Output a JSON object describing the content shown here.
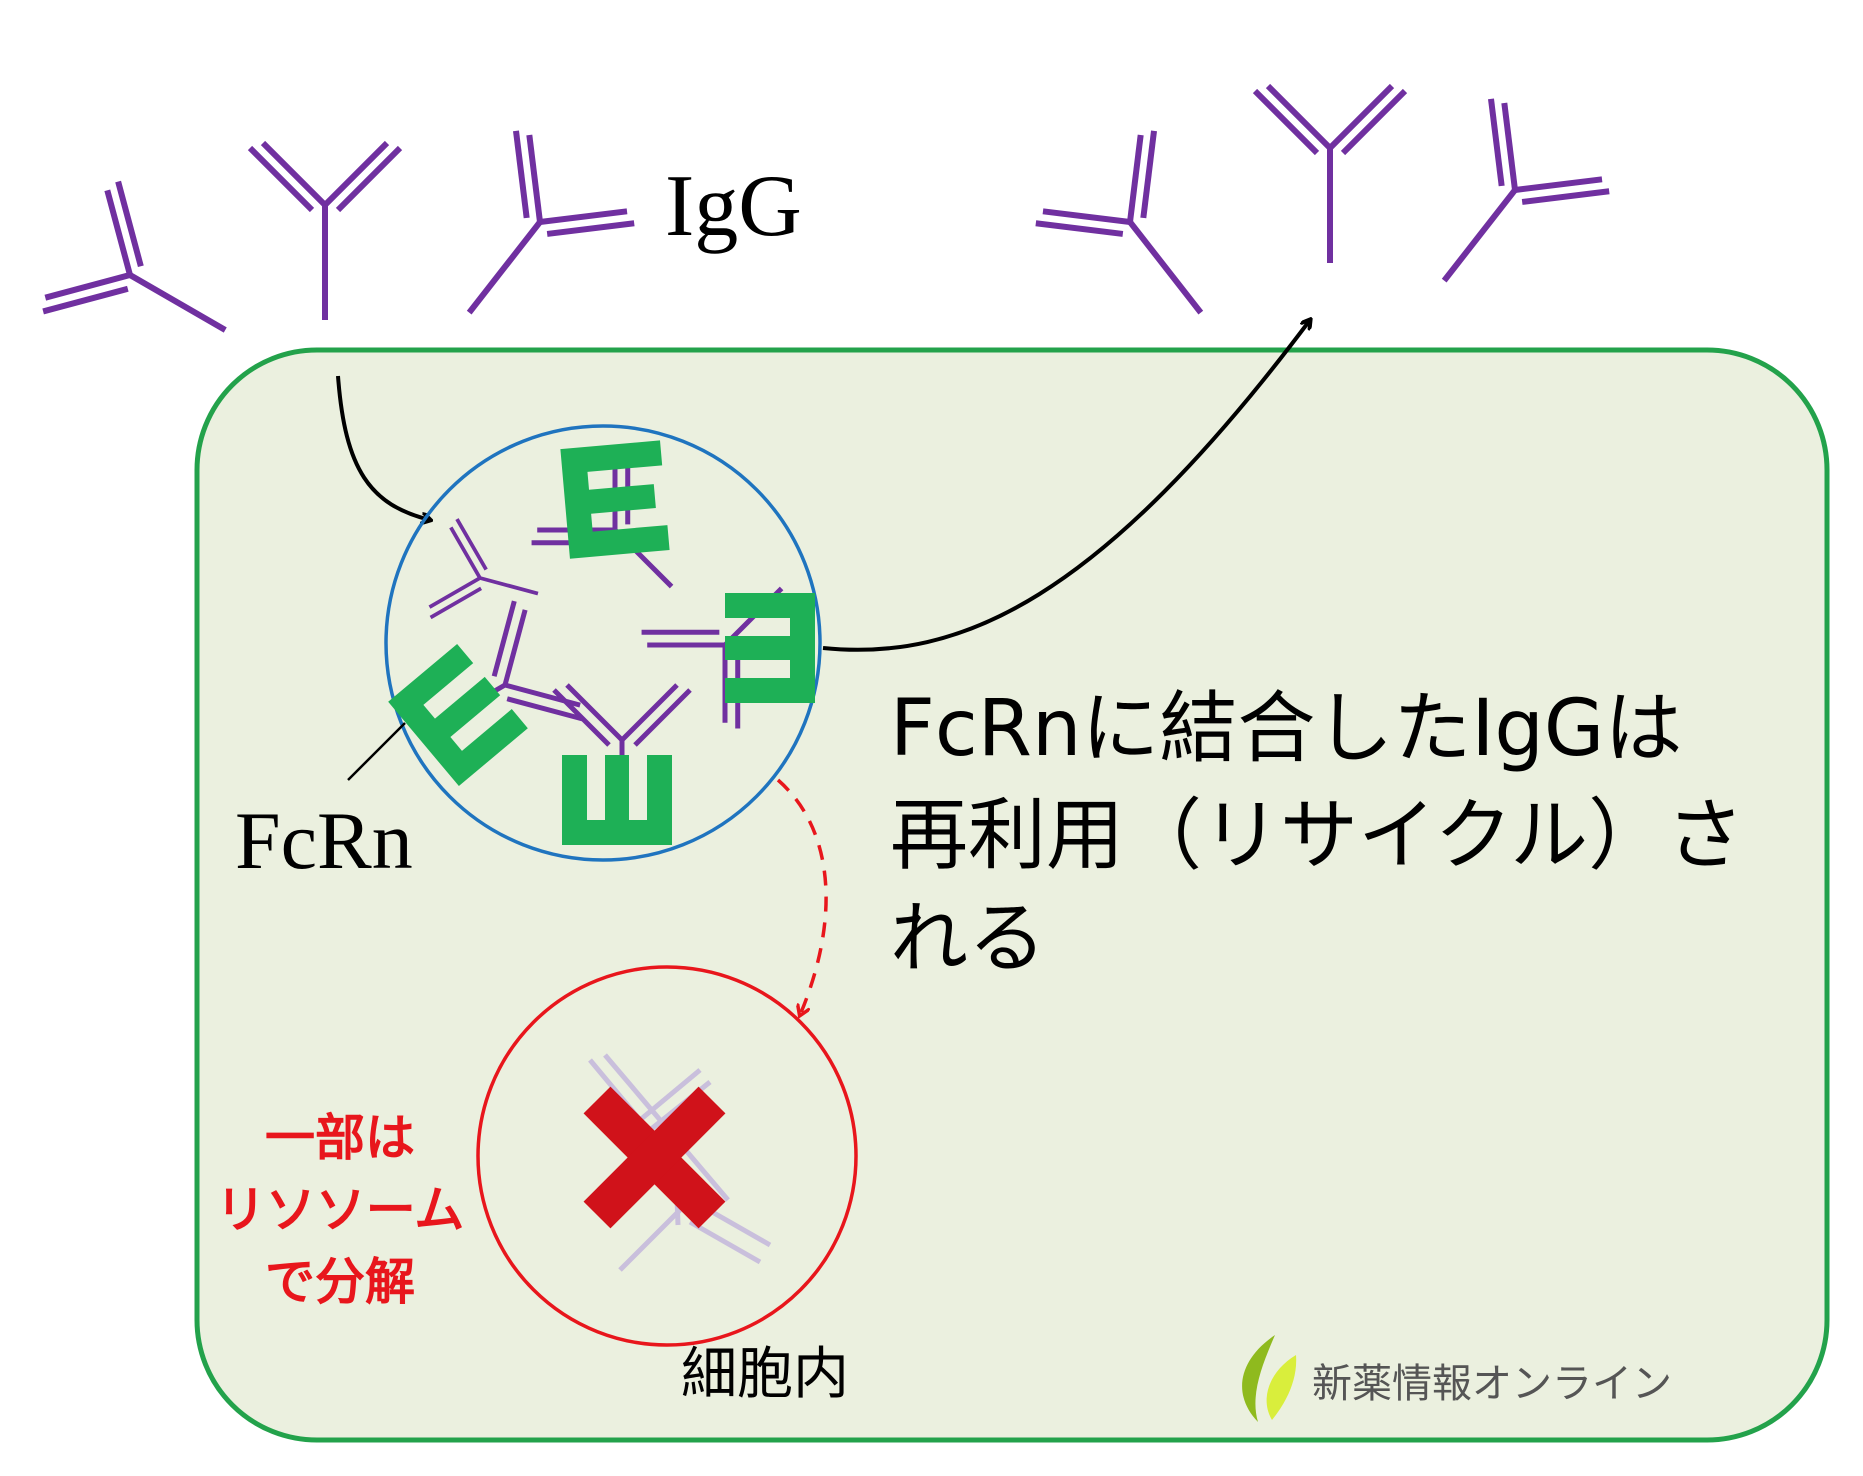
{
  "colors": {
    "igg": "#7030a0",
    "igg_faded": "#c9bfdc",
    "fcrn": "#1eb056",
    "cell_fill": "#ebf0df",
    "cell_border": "#23a24b",
    "endosome_border": "#1f74bf",
    "lysosome_border": "#e8161c",
    "degrade_cross": "#d0121a",
    "red_text": "#e8161c",
    "arrow": "#000000",
    "logo_leaf_dark": "#8fba1e",
    "logo_leaf_light": "#d9ee3c"
  },
  "labels": {
    "igg": "IgG",
    "fcrn": "FcRn",
    "recycle_line1": "FcRnに結合したIgGは",
    "recycle_line2": "再利用（リサイクル）さ",
    "recycle_line3": "れる",
    "degrade_line1": "一部は",
    "degrade_line2": "リソソーム",
    "degrade_line3": "で分解",
    "cell_interior": "細胞内"
  },
  "logo": {
    "text": "新薬情報オンライン",
    "icon": "leaf-icon"
  }
}
